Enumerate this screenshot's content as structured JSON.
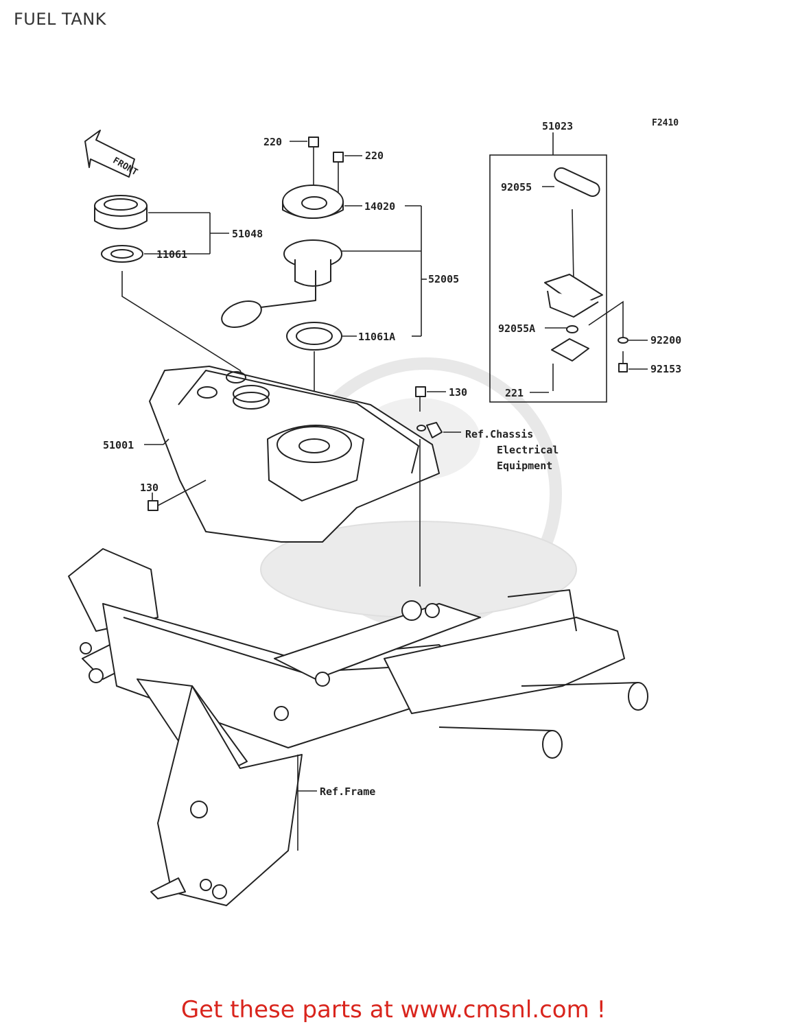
{
  "title": "FUEL TANK",
  "figure_code": "F2410",
  "front_label": "FRONT",
  "part_labels": {
    "p51023": "51023",
    "p220a": "220",
    "p220b": "220",
    "p92055": "92055",
    "p14020": "14020",
    "p51048": "51048",
    "p11061": "11061",
    "p52005": "52005",
    "p92055A": "92055A",
    "p92200": "92200",
    "p11061A": "11061A",
    "p92153": "92153",
    "p130a": "130",
    "p221": "221",
    "p51001": "51001",
    "p130b": "130"
  },
  "ref_chassis": [
    "Ref.Chassis",
    "Electrical",
    "Equipment"
  ],
  "ref_frame": "Ref.Frame",
  "promo": "Get these parts at www.cmsnl.com !"
}
